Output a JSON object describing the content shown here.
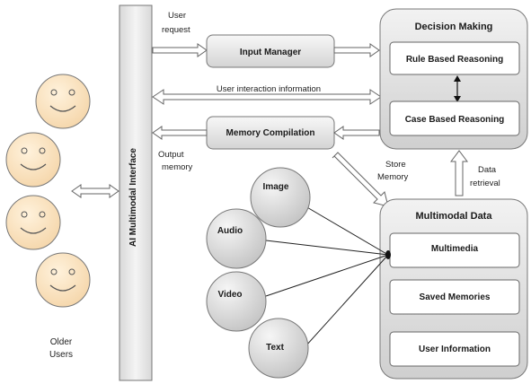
{
  "users": {
    "caption_line1": "Older",
    "caption_line2": "Users"
  },
  "interface": {
    "label": "AI Multimodal Interface"
  },
  "flows": {
    "user_request_line1": "User",
    "user_request_line2": "request",
    "user_interaction": "User interaction information",
    "output_memory_line1": "Output",
    "output_memory_line2": "memory",
    "store_memory_line1": "Store",
    "store_memory_line2": "Memory",
    "data_retrieval_line1": "Data",
    "data_retrieval_line2": "retrieval"
  },
  "processors": {
    "input_manager": "Input Manager",
    "memory_compilation": "Memory Compilation"
  },
  "decision_making": {
    "title": "Decision Making",
    "rule_based": "Rule Based Reasoning",
    "case_based": "Case Based Reasoning"
  },
  "multimodal_data": {
    "title": "Multimodal Data",
    "multimedia": "Multimedia",
    "saved_memories": "Saved Memories",
    "user_information": "User Information"
  },
  "modalities": {
    "image": "Image",
    "audio": "Audio",
    "video": "Video",
    "text": "Text"
  },
  "colors": {
    "face_fill": "#fbe3c2",
    "face_stroke": "#6b6b6b",
    "panel_fill": "#d9d9d9",
    "box_fill": "#e8e8e8",
    "inner_box_fill": "#ffffff"
  }
}
